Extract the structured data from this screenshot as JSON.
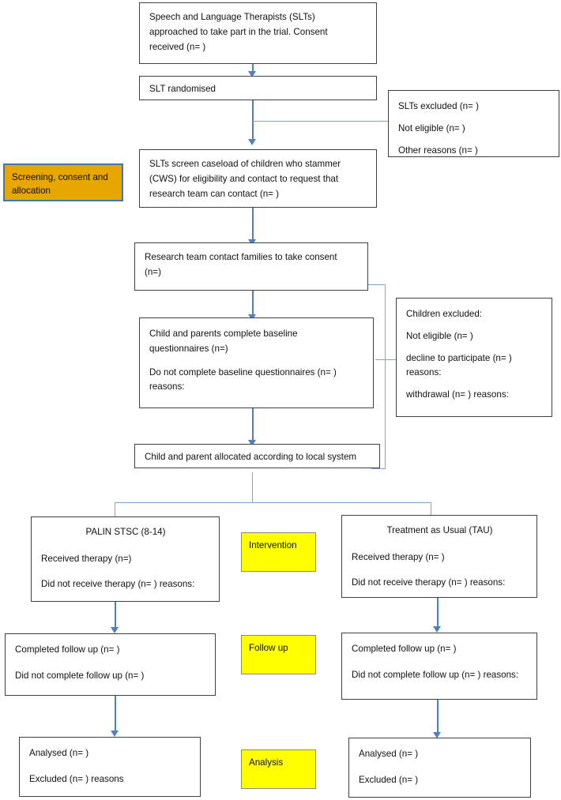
{
  "diagram": {
    "title": "CONSORT-style participant flow diagram",
    "colors": {
      "arrow": "#4E81BD",
      "connector": "#7FA6D4",
      "box_border": "#404040",
      "stage_label_orange_fill": "#E8A700",
      "stage_label_orange_border": "#4476AA",
      "stage_label_yellow_fill": "#FFFF00",
      "stage_label_yellow_border": "#8A8A8A",
      "background": "#FFFFFF"
    }
  },
  "stage_labels": [
    {
      "id": "screening",
      "text": "Screening, consent and allocation",
      "style": "orange"
    },
    {
      "id": "intervention",
      "text": "Intervention",
      "style": "yellow"
    },
    {
      "id": "followup",
      "text": "Follow up",
      "style": "yellow"
    },
    {
      "id": "analysis",
      "text": "Analysis",
      "style": "yellow"
    }
  ],
  "nodes": {
    "recruitment": {
      "lines": [
        "Speech and Language Therapists (SLTs)",
        "approached to take part in the trial. Consent",
        "received (n= )"
      ]
    },
    "randomisation": {
      "lines": [
        "SLT randomised"
      ]
    },
    "slts_excluded": {
      "lines": [
        "SLTs excluded (n= )",
        "Not eligible (n= )",
        "Other reasons (n= )"
      ]
    },
    "screening": {
      "lines": [
        "SLTs screen caseload of children who stammer",
        "(CWS) for eligibility and contact to request that",
        "research team can contact (n=  )"
      ]
    },
    "consent": {
      "lines": [
        "Research team contact families to take consent",
        "(n=)"
      ]
    },
    "baseline": {
      "para1": [
        "Child and parents complete baseline",
        "questionnaires (n=)"
      ],
      "para2": [
        "Do not complete baseline questionnaires (n= )",
        "reasons:"
      ]
    },
    "children_excluded": {
      "heading": "Children excluded:",
      "line1": "Not eligible (n= )",
      "line2a": "decline to participate (n= )",
      "line2b": "reasons:",
      "line3": "withdrawal (n= ) reasons:"
    },
    "allocation": {
      "lines": [
        "Child and parent allocated according to local system"
      ]
    },
    "arm_left_intervention": {
      "title": "PALIN STSC (8-14)",
      "line1": "Received therapy (n=)",
      "line2": "Did not receive therapy (n= ) reasons:"
    },
    "arm_right_intervention": {
      "title": "Treatment as Usual (TAU)",
      "line1": "Received therapy (n= )",
      "line2": "Did not receive therapy (n= ) reasons:"
    },
    "arm_left_followup": {
      "line1": "Completed follow up (n= )",
      "line2": "Did not complete follow up (n= )"
    },
    "arm_right_followup": {
      "line1": "Completed follow up (n= )",
      "line2": "Did not complete follow up (n= ) reasons:"
    },
    "arm_left_analysis": {
      "line1": "Analysed (n= )",
      "line2": "Excluded (n= ) reasons"
    },
    "arm_right_analysis": {
      "line1": "Analysed (n= )",
      "line2": "Excluded (n= )"
    }
  }
}
